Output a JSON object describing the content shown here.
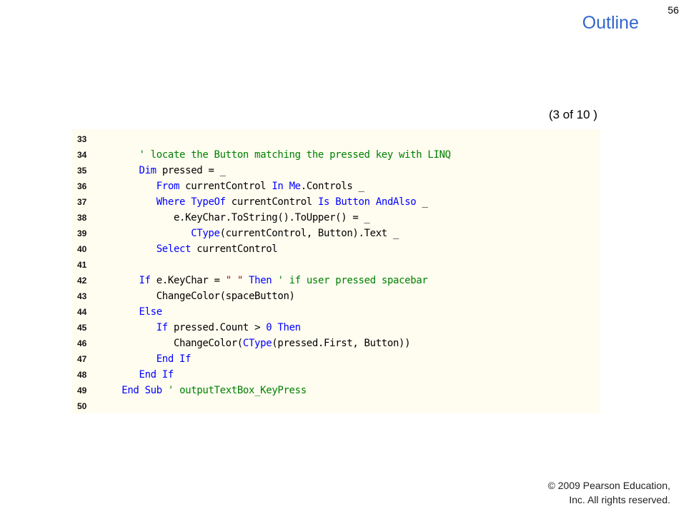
{
  "header": {
    "page_number": "56",
    "title": "Outline",
    "part_indicator": "(3 of 10 )"
  },
  "code": {
    "lines": [
      {
        "number": "33",
        "segments": []
      },
      {
        "number": "34",
        "segments": [
          {
            "text": "      ",
            "kind": "plain"
          },
          {
            "text": "' locate the Button matching the pressed key with LINQ",
            "kind": "comment"
          }
        ]
      },
      {
        "number": "35",
        "segments": [
          {
            "text": "      ",
            "kind": "plain"
          },
          {
            "text": "Dim",
            "kind": "keyword"
          },
          {
            "text": " pressed = _",
            "kind": "plain"
          }
        ]
      },
      {
        "number": "36",
        "segments": [
          {
            "text": "         ",
            "kind": "plain"
          },
          {
            "text": "From",
            "kind": "keyword"
          },
          {
            "text": " currentControl ",
            "kind": "plain"
          },
          {
            "text": "In",
            "kind": "keyword"
          },
          {
            "text": " ",
            "kind": "plain"
          },
          {
            "text": "Me",
            "kind": "keyword"
          },
          {
            "text": ".Controls _",
            "kind": "plain"
          }
        ]
      },
      {
        "number": "37",
        "segments": [
          {
            "text": "         ",
            "kind": "plain"
          },
          {
            "text": "Where",
            "kind": "keyword"
          },
          {
            "text": " ",
            "kind": "plain"
          },
          {
            "text": "TypeOf",
            "kind": "keyword"
          },
          {
            "text": " currentControl ",
            "kind": "plain"
          },
          {
            "text": "Is",
            "kind": "keyword"
          },
          {
            "text": " ",
            "kind": "plain"
          },
          {
            "text": "Button",
            "kind": "keyword"
          },
          {
            "text": " ",
            "kind": "plain"
          },
          {
            "text": "AndAlso",
            "kind": "keyword"
          },
          {
            "text": " _",
            "kind": "plain"
          }
        ]
      },
      {
        "number": "38",
        "segments": [
          {
            "text": "            e.KeyChar.ToString().ToUpper() = _",
            "kind": "plain"
          }
        ]
      },
      {
        "number": "39",
        "segments": [
          {
            "text": "               ",
            "kind": "plain"
          },
          {
            "text": "CType",
            "kind": "keyword"
          },
          {
            "text": "(currentControl, Button).Text _",
            "kind": "plain"
          }
        ]
      },
      {
        "number": "40",
        "segments": [
          {
            "text": "         ",
            "kind": "plain"
          },
          {
            "text": "Select",
            "kind": "keyword"
          },
          {
            "text": " currentControl",
            "kind": "plain"
          }
        ]
      },
      {
        "number": "41",
        "segments": []
      },
      {
        "number": "42",
        "segments": [
          {
            "text": "      ",
            "kind": "plain"
          },
          {
            "text": "If",
            "kind": "keyword"
          },
          {
            "text": " e.KeyChar = ",
            "kind": "plain"
          },
          {
            "text": "\" \"",
            "kind": "string"
          },
          {
            "text": " ",
            "kind": "plain"
          },
          {
            "text": "Then",
            "kind": "keyword"
          },
          {
            "text": " ",
            "kind": "plain"
          },
          {
            "text": "' if user pressed spacebar",
            "kind": "comment"
          }
        ]
      },
      {
        "number": "43",
        "segments": [
          {
            "text": "         ChangeColor(spaceButton)",
            "kind": "plain"
          }
        ]
      },
      {
        "number": "44",
        "segments": [
          {
            "text": "      ",
            "kind": "plain"
          },
          {
            "text": "Else",
            "kind": "keyword"
          }
        ]
      },
      {
        "number": "45",
        "segments": [
          {
            "text": "         ",
            "kind": "plain"
          },
          {
            "text": "If",
            "kind": "keyword"
          },
          {
            "text": " pressed.Count > ",
            "kind": "plain"
          },
          {
            "text": "0",
            "kind": "number"
          },
          {
            "text": " ",
            "kind": "plain"
          },
          {
            "text": "Then",
            "kind": "keyword"
          }
        ]
      },
      {
        "number": "46",
        "segments": [
          {
            "text": "            ChangeColor(",
            "kind": "plain"
          },
          {
            "text": "CType",
            "kind": "keyword"
          },
          {
            "text": "(pressed.First, Button))",
            "kind": "plain"
          }
        ]
      },
      {
        "number": "47",
        "segments": [
          {
            "text": "         ",
            "kind": "plain"
          },
          {
            "text": "End If",
            "kind": "keyword"
          }
        ]
      },
      {
        "number": "48",
        "segments": [
          {
            "text": "      ",
            "kind": "plain"
          },
          {
            "text": "End If",
            "kind": "keyword"
          }
        ]
      },
      {
        "number": "49",
        "segments": [
          {
            "text": "   ",
            "kind": "plain"
          },
          {
            "text": "End Sub",
            "kind": "keyword"
          },
          {
            "text": " ",
            "kind": "plain"
          },
          {
            "text": "' outputTextBox_KeyPress",
            "kind": "comment"
          }
        ]
      },
      {
        "number": "50",
        "segments": []
      }
    ]
  },
  "footer": {
    "copyright_line1": "© 2009 Pearson Education,",
    "copyright_line2": "Inc.  All rights reserved."
  },
  "colors": {
    "title": "#3366CC",
    "panel_background": "#FFFDF0",
    "keyword": "#0000FF",
    "comment": "#008000",
    "string": "#A31515"
  }
}
